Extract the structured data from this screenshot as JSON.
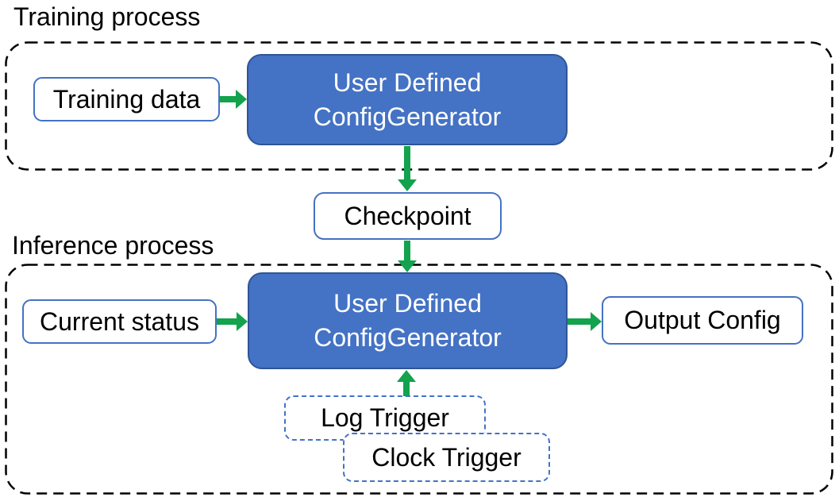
{
  "training": {
    "title": "Training process",
    "input_box": "Training data",
    "generator": {
      "line1": "User Defined",
      "line2": "ConfigGenerator"
    }
  },
  "checkpoint": {
    "label": "Checkpoint"
  },
  "inference": {
    "title": "Inference process",
    "input_box": "Current status",
    "generator": {
      "line1": "User Defined",
      "line2": "ConfigGenerator"
    },
    "output_box": "Output Config",
    "triggers": [
      {
        "label": "Log Trigger"
      },
      {
        "label": "Clock Trigger"
      }
    ]
  },
  "palette": {
    "generator_fill": "#4472C4",
    "generator_border": "#2F5597",
    "io_border": "#4472C4",
    "trigger_border": "#4472C4",
    "arrow_green": "#13A24D",
    "container_border": "#000000",
    "text_dark": "#000000",
    "text_light": "#FFFFFF"
  }
}
